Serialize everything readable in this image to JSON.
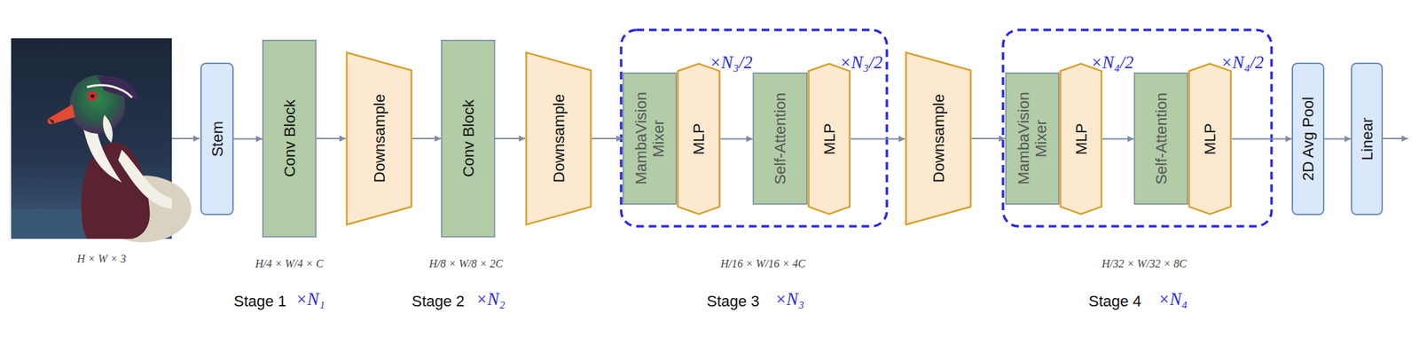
{
  "diagram": {
    "nodes": [
      {
        "text": [
          "Stem"
        ]
      },
      {
        "text": [
          "Conv Block"
        ]
      },
      {
        "text": [
          "Downsample"
        ]
      },
      {
        "text": [
          "Conv Block"
        ]
      },
      {
        "text": [
          "Downsample"
        ]
      },
      {
        "text": [
          "MambaVision Mixer"
        ]
      },
      {
        "text": [
          "MLP"
        ]
      },
      {
        "text": [
          "Self-Attention"
        ]
      },
      {
        "text": [
          "MLP"
        ]
      },
      {
        "text": [
          "Downsample"
        ]
      },
      {
        "text": [
          "MambaVision Mixer"
        ]
      },
      {
        "text": [
          "MLP"
        ]
      },
      {
        "text": [
          "Self-Attention"
        ]
      },
      {
        "text": [
          "MLP"
        ]
      },
      {
        "text": [
          "2D Avg Pool"
        ]
      },
      {
        "text": [
          "Linear"
        ]
      }
    ],
    "edges": [
      {
        "from": 0,
        "to": 1,
        "arrow": "to"
      },
      {
        "from": 1,
        "to": 2,
        "arrow": "to"
      },
      {
        "from": 2,
        "to": 3,
        "arrow": "to"
      },
      {
        "from": 3,
        "to": 4,
        "arrow": "to"
      },
      {
        "from": 4,
        "to": 5,
        "arrow": "to"
      },
      {
        "from": 6,
        "to": 7,
        "arrow": "to"
      },
      {
        "from": 8,
        "to": 9,
        "arrow": "to"
      },
      {
        "from": 9,
        "to": 10,
        "arrow": "to"
      },
      {
        "from": 11,
        "to": 12,
        "arrow": "to"
      },
      {
        "from": 13,
        "to": 14,
        "arrow": "to"
      },
      {
        "from": 14,
        "to": 15,
        "arrow": "to"
      }
    ],
    "labels": [
      "H × W × 3",
      "H/4 × W/4 × C",
      "Stage 1",
      "×N₁",
      "H/8 × W/8 × 2C",
      "Stage 2",
      "×N₂",
      "×N₃/2",
      "×N₃/2",
      "H/16 × W/16 × 4C",
      "Stage 3",
      "×N₃",
      "×N₄/2",
      "×N₄/2",
      "H/32 × W/32 × 8C",
      "Stage 4",
      "×N₄"
    ]
  }
}
